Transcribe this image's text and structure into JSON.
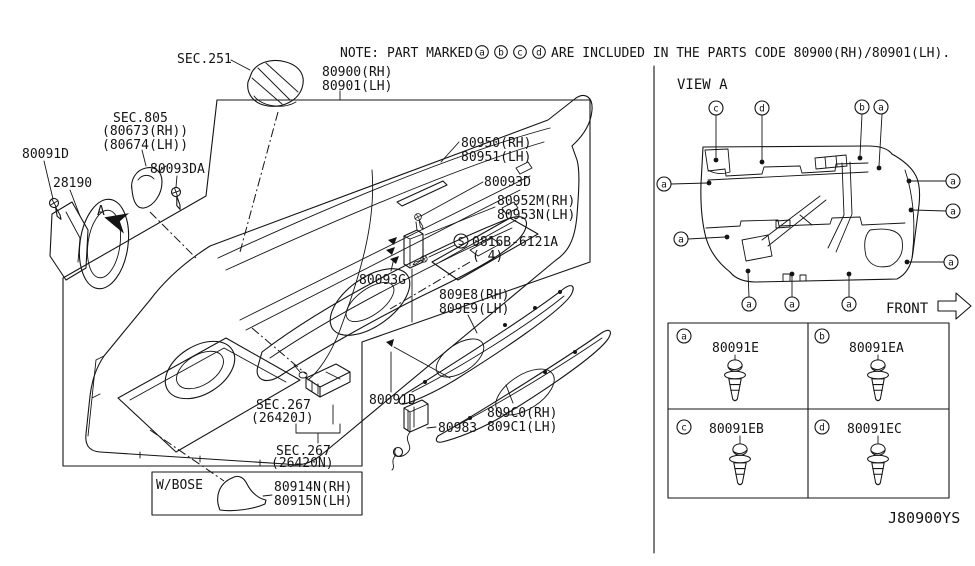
{
  "note": {
    "prefix": "NOTE: PART MARKED",
    "marks": [
      "a",
      "b",
      "c",
      "d"
    ],
    "suffix": "ARE INCLUDED IN THE PARTS CODE 80900(RH)/80901(LH)."
  },
  "labels": {
    "sec251": "SEC.251",
    "p80900": "80900(RH)",
    "p80901": "80901(LH)",
    "sec805": "SEC.805",
    "p80673": "(80673(RH))",
    "p80674": "(80674(LH))",
    "p80091d": "80091D",
    "p28190": "28190",
    "p80093da": "80093DA",
    "view_arrow": "A",
    "p80950": "80950(RH)",
    "p80951": "80951(LH)",
    "p80093d": "80093D",
    "p80952m": "80952M(RH)",
    "p80953n": "80953N(LH)",
    "screw_mark": "S",
    "screw_code": "0816B-6121A",
    "screw_qty": "( 4)",
    "p80093g": "80093G",
    "p809e8": "809E8(RH)",
    "p809e9": "809E9(LH)",
    "p80091d2": "80091D",
    "p80983": "80983",
    "p809c0": "809C0(RH)",
    "p809c1": "809C1(LH)",
    "sec267j": "SEC.267",
    "sec267j_code": "(26420J)",
    "sec267n": "SEC.267",
    "sec267n_code": "(26420N)",
    "wbose": "W/BOSE",
    "p80914n": "80914N(RH)",
    "p80915n": "80915N(LH)"
  },
  "view_a": {
    "title": "VIEW A",
    "front": "FRONT",
    "markers": [
      "c",
      "d",
      "b",
      "a",
      "a",
      "a",
      "a",
      "a",
      "a",
      "a",
      "a",
      "a"
    ]
  },
  "fastener_table": {
    "cells": [
      {
        "mark": "a",
        "part": "80091E"
      },
      {
        "mark": "b",
        "part": "80091EA"
      },
      {
        "mark": "c",
        "part": "80091EB"
      },
      {
        "mark": "d",
        "part": "80091EC"
      }
    ]
  },
  "footer": {
    "diagram_code": "J80900YS"
  }
}
